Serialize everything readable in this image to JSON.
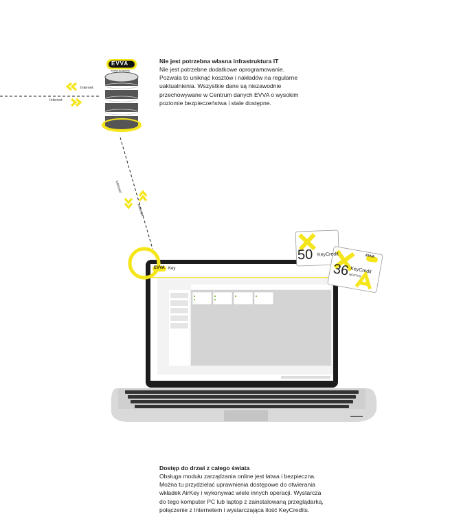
{
  "top_text": {
    "heading": "Nie jest potrzebna własna infrastruktura IT",
    "lines": [
      "Nie jest potrzebne dodatkowe oprogramowanie.",
      "Pozwala to uniknąć kosztów i nakładów na regularne",
      "uaktualnienia. Wszystkie dane są niezawodnie",
      "przechowywane w Centrum danych EVVA o wysokim",
      "poziomie bezpieczeństwa i stale dostępne."
    ]
  },
  "bottom_text": {
    "heading": "Dostęp do drzwi z całego świata",
    "lines": [
      "Obsługa modułu zarządzania online jest łatwa i bezpieczna.",
      "Można tu przydzielać uprawnienia dostępowe do otwierania",
      "wkładek AirKey i wykonywać wiele innych operacji. Wystarcza",
      "do tego komputer PC lub laptop z zainstalowaną przeglądarką,",
      "połączenie z Internetem i wystarczająca ilość KeyCredits."
    ]
  },
  "diagram": {
    "internet_label": "Internet",
    "brand": "EVVA",
    "brand_tagline": "access to security",
    "accent_color": "#f5e51b"
  },
  "cards": {
    "card1_number": "50",
    "card2_number": "36",
    "card_label": "KeyCredit",
    "card2_sub": "MONTHS"
  },
  "laptop": {
    "app_title": "Key"
  }
}
